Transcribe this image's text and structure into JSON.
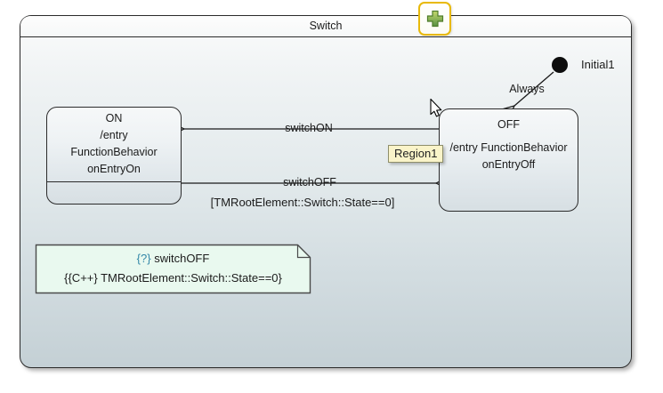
{
  "diagram": {
    "title": "Switch"
  },
  "states": {
    "on": {
      "name": "ON",
      "body_lines": [
        "/entry",
        "FunctionBehavior",
        "onEntryOn"
      ]
    },
    "off": {
      "name": "OFF",
      "body_lines": [
        "/entry FunctionBehavior",
        "onEntryOff"
      ]
    }
  },
  "initial": {
    "label": "Initial1"
  },
  "transitions": {
    "always": {
      "label": "Always"
    },
    "switch_on": {
      "label": "switchON"
    },
    "switch_off": {
      "label": "switchOFF",
      "guard": "[TMRootElement::Switch::State==0]"
    }
  },
  "note": {
    "marker": "{?}",
    "title": "switchOFF",
    "body": "{{C++} TMRootElement::Switch::State==0}"
  },
  "tooltip": {
    "text": "Region1"
  },
  "colors": {
    "accent_gold": "#E8B90A",
    "plus_green": "#7FAF42",
    "note_background": "#E9F9EF",
    "note_marker": "#3287A8",
    "tooltip_background": "#FAF4C9",
    "state_border": "#2B2B2B"
  }
}
